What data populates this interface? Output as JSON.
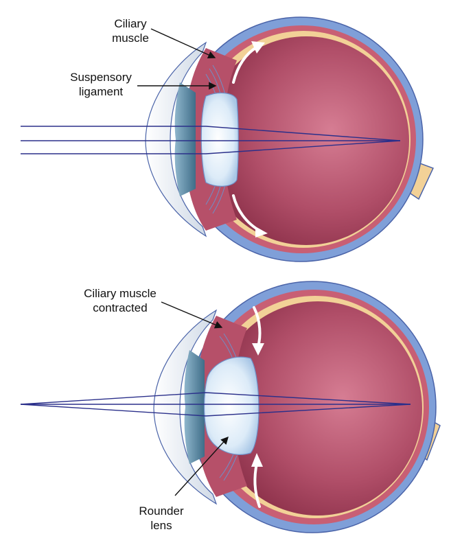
{
  "colors": {
    "sclera_outer": "#7f9fd8",
    "sclera_edge": "#4a63a8",
    "choroid": "#c85f74",
    "retina": "#f2d197",
    "vitreous_center": "#d47a90",
    "vitreous_edge": "#8a2f48",
    "cornea": "#e9eff6",
    "iris": "#5f8fa8",
    "lens": "#dfeefa",
    "rays": "#2a2f8a",
    "arrow": "#ffffff"
  },
  "diagrams": [
    {
      "state": "relaxed",
      "labels": [
        {
          "name": "ciliary-muscle-label",
          "lines": [
            "Ciliary",
            "muscle"
          ]
        },
        {
          "name": "suspensory-ligament-label",
          "lines": [
            "Suspensory",
            "ligament"
          ]
        }
      ]
    },
    {
      "state": "contracted",
      "labels": [
        {
          "name": "ciliary-muscle-contracted-label",
          "lines": [
            "Ciliary muscle",
            "contracted"
          ]
        },
        {
          "name": "rounder-lens-label",
          "lines": [
            "Rounder",
            "lens"
          ]
        }
      ]
    }
  ]
}
